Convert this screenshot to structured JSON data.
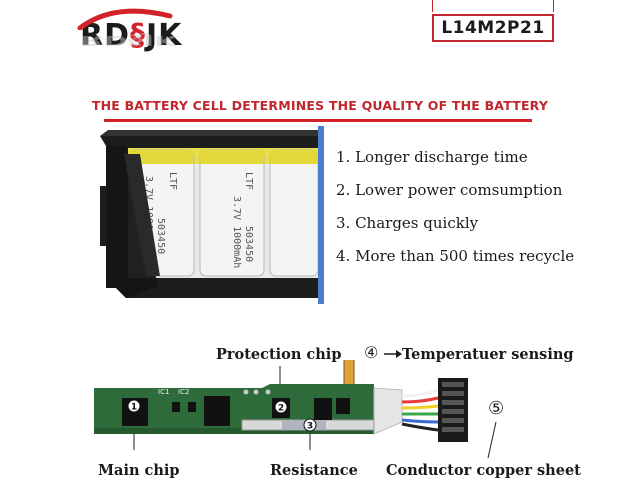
{
  "brand": {
    "part1": "RD",
    "part2": "JK"
  },
  "model": "L14M2P21",
  "headline": "THE BATTERY CELL DETERMINES THE QUALITY OF THE BATTERY",
  "features": [
    "1. Longer discharge time",
    "2. Lower power comsumption",
    "3. Charges quickly",
    "4. More than 500 times recycle"
  ],
  "cell_print": {
    "line1": "LTF",
    "line2": "503450",
    "line3": "3.7V 1000mAh"
  },
  "pcb_print": {
    "ic1": "IC1",
    "ic2": "IC2"
  },
  "labels": {
    "protection_chip": "Protection chip",
    "temperature_sensing": "Temperatuer sensing",
    "main_chip": "Main chip",
    "resistance": "Resistance",
    "conductor": "Conductor copper sheet"
  },
  "markers": [
    "1",
    "2",
    "3",
    "④",
    "⑤"
  ],
  "colors": {
    "brand_red": "#d2232a",
    "cell_yellow": "#e8e04a",
    "pcb_green": "#2e6b3a",
    "frame_blue": "#4a7fd0"
  }
}
